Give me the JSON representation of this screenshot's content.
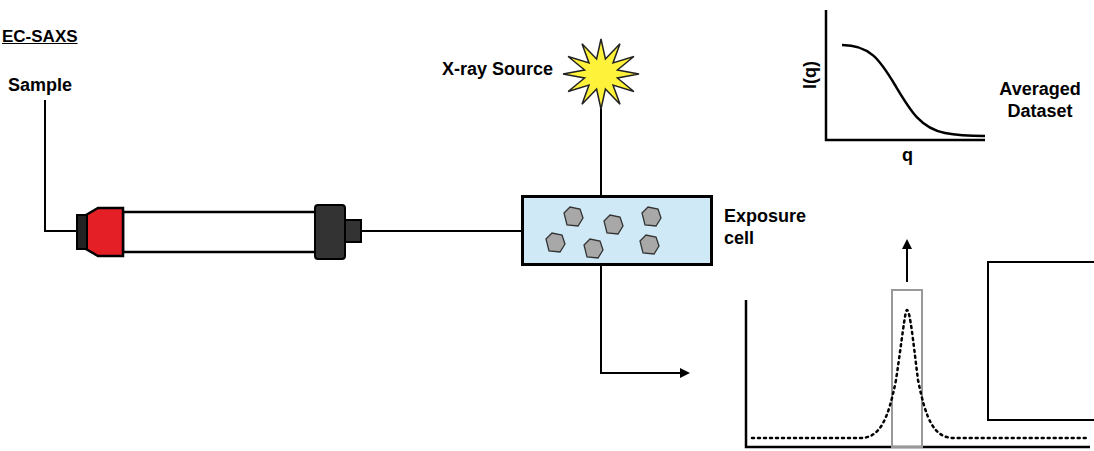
{
  "diagram": {
    "title": "EC-SAXS",
    "nodes": [
      {
        "text": [
          "X-ray Source"
        ]
      },
      {
        "text": [
          "Exposure cell"
        ]
      }
    ],
    "edges": [
      {
        "from": 0,
        "to": 1,
        "arrow": "none"
      }
    ],
    "labels": [
      "Sample",
      "I(q)",
      "q",
      "Averaged Dataset"
    ]
  }
}
